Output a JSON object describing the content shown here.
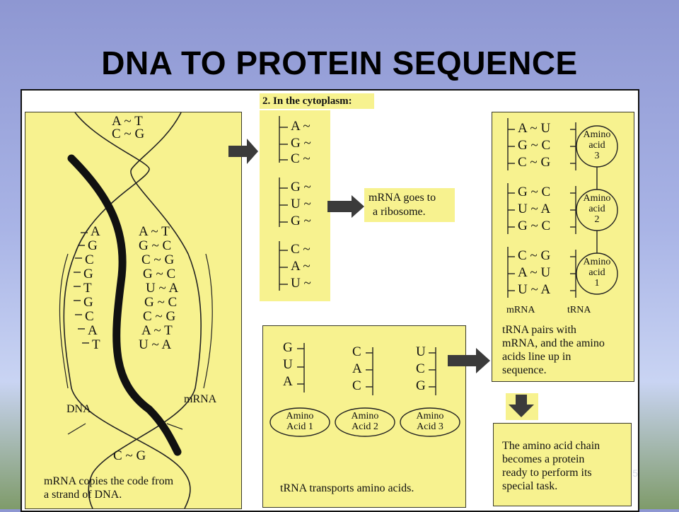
{
  "slide": {
    "title": "DNA TO PROTEIN SEQUENCE",
    "page_number": "5"
  },
  "panel1": {
    "top_pairs": [
      "A ~ T",
      "C ~ G"
    ],
    "left_strand": [
      "A",
      "G",
      "C",
      "G",
      "T",
      "G",
      "C",
      "A",
      "T"
    ],
    "pairs": [
      "A ~ T",
      "G ~ C",
      "C ~ G",
      "G ~ C",
      "U ~ A",
      "G ~ C",
      "C ~ G",
      "A ~ T",
      "U ~ A"
    ],
    "bottom_pair": "C ~ G",
    "label_dna": "DNA",
    "label_mrna": "mRNA",
    "caption_line1": "mRNA copies the  code  from",
    "caption_line2": "a strand of DNA."
  },
  "panel2": {
    "heading": "2. In the cytoplasm:",
    "codons": [
      [
        "A ~",
        "G ~",
        "C ~"
      ],
      [
        "G ~",
        "U ~",
        "G ~"
      ],
      [
        "C ~",
        "A ~",
        "U ~"
      ]
    ],
    "arrow_label_line1": "mRNA goes to",
    "arrow_label_line2": "a ribosome."
  },
  "panel3": {
    "groups": [
      {
        "pairs": [
          "A ~ U",
          "G ~ C",
          "C ~ G"
        ],
        "amino_line1": "Amino",
        "amino_line2": "acid",
        "amino_line3": "3"
      },
      {
        "pairs": [
          "G ~ C",
          "U ~ A",
          "G ~ C"
        ],
        "amino_line1": "Amino",
        "amino_line2": "acid",
        "amino_line3": "2"
      },
      {
        "pairs": [
          "C ~ G",
          "A ~ U",
          "U ~ A"
        ],
        "amino_line1": "Amino",
        "amino_line2": "acid",
        "amino_line3": "1"
      }
    ],
    "label_mrna": "mRNA",
    "label_trna": "tRNA",
    "caption_line1": "tRNA pairs with",
    "caption_line2": "mRNA, and the amino",
    "caption_line3": "acids line up in",
    "caption_line4": "sequence."
  },
  "panel4": {
    "anticodons": [
      [
        "G",
        "U",
        "A"
      ],
      [
        "C",
        "A",
        "C"
      ],
      [
        "U",
        "C",
        "G"
      ]
    ],
    "amino_acids": [
      {
        "line1": "Amino",
        "line2": "Acid 1"
      },
      {
        "line1": "Amino",
        "line2": "Acid 2"
      },
      {
        "line1": "Amino",
        "line2": "Acid 3"
      }
    ],
    "caption": "tRNA transports amino acids."
  },
  "panel5": {
    "caption_line1": "The amino acid chain",
    "caption_line2": "becomes a protein",
    "caption_line3": "ready to perform its",
    "caption_line4": "special task."
  },
  "colors": {
    "panel_fill": "#f7f28f",
    "arrow": "#3b3b3b",
    "mrna_strand": "#111111"
  }
}
